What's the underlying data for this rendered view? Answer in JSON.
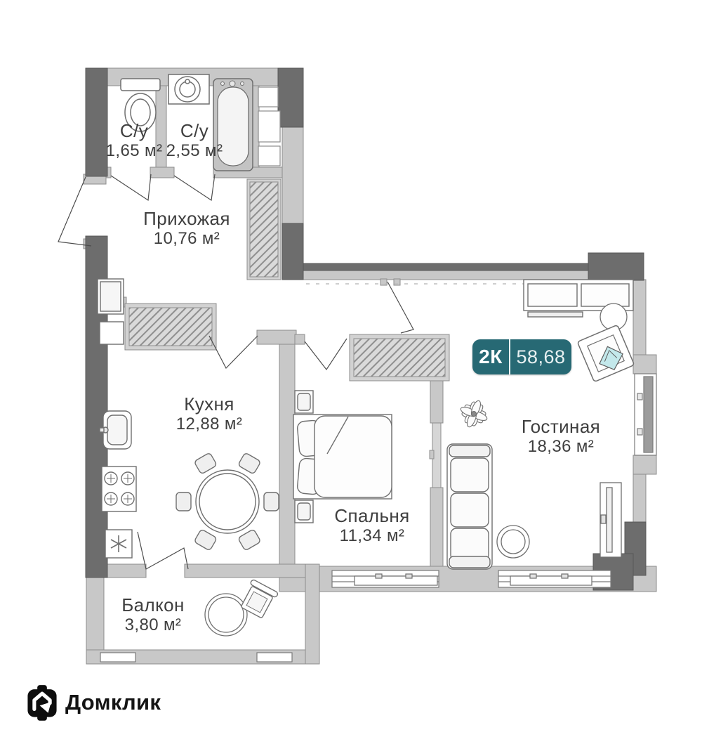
{
  "plan": {
    "badge": {
      "rooms": "2К",
      "area": "58,68"
    },
    "rooms": {
      "toilet": {
        "name": "С/у",
        "area": "1,65 м²"
      },
      "bathroom": {
        "name": "С/у",
        "area": "2,55 м²"
      },
      "hallway": {
        "name": "Прихожая",
        "area": "10,76 м²"
      },
      "kitchen": {
        "name": "Кухня",
        "area": "12,88 м²"
      },
      "bedroom": {
        "name": "Спальня",
        "area": "11,34 м²"
      },
      "living_room": {
        "name": "Гостиная",
        "area": "18,36 м²"
      },
      "balcony": {
        "name": "Балкон",
        "area": "3,80 м²"
      }
    }
  },
  "brand": {
    "name": "Домклик"
  },
  "icons": {
    "logo": "house-icon"
  },
  "colors": {
    "badge_bg": "#276974",
    "badge_divider": "#f2f8f8",
    "pillow_teal": "#c3e8eb",
    "wall_dark": "#6d6d6d",
    "wall_light": "#c8c8c8",
    "label_text": "#3f3f3f"
  }
}
